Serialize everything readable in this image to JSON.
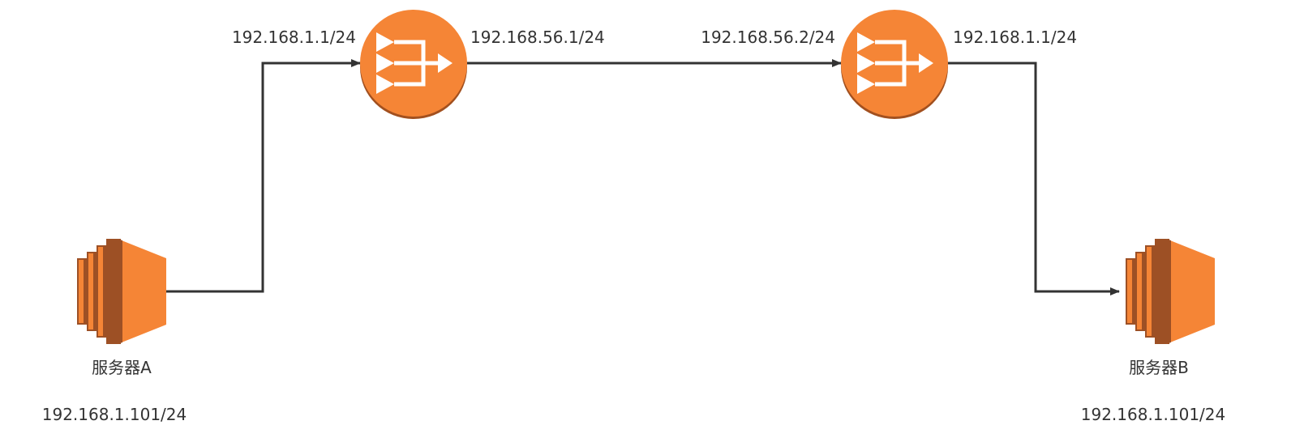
{
  "colors": {
    "router_fill": "#F58536",
    "router_shadow": "#A2501F",
    "server_light": "#F58536",
    "server_dark": "#9D5025",
    "connector": "#333333",
    "text": "#333333"
  },
  "nodes": {
    "server_a": {
      "icon": "ec2-instance-icon",
      "name": "服务器A",
      "ip": "192.168.1.101/24"
    },
    "router_1": {
      "icon": "router-icon",
      "ip_left": "192.168.1.1/24",
      "ip_right": "192.168.56.1/24"
    },
    "router_2": {
      "icon": "router-icon",
      "ip_left": "192.168.56.2/24",
      "ip_right": "192.168.1.1/24"
    },
    "server_b": {
      "icon": "ec2-instance-icon",
      "name": "服务器B",
      "ip": "192.168.1.101/24"
    }
  },
  "connections": [
    {
      "from": "server_a",
      "to": "router_1"
    },
    {
      "from": "router_1",
      "to": "router_2"
    },
    {
      "from": "router_2",
      "to": "server_b"
    }
  ]
}
